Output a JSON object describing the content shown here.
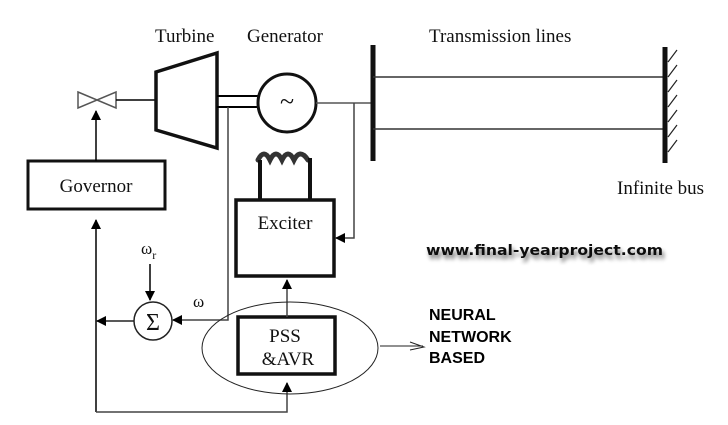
{
  "labels": {
    "turbine": "Turbine",
    "generator": "Generator",
    "transmission_lines": "Transmission lines",
    "infinite_bus": "Infinite bus",
    "governor": "Governor",
    "exciter": "Exciter",
    "pss_line1": "PSS",
    "pss_line2": "&AVR",
    "omega_ref": "ω",
    "omega_ref_sub": "r",
    "omega": "ω",
    "sum_symbol": "Σ",
    "generator_symbol": "~",
    "annotation_line1": "NEURAL",
    "annotation_line2": "NETWORK",
    "annotation_line3": "BASED",
    "watermark": "www.final-yearproject.com"
  },
  "colors": {
    "line": "#000000",
    "text": "#111111",
    "background": "#ffffff"
  }
}
